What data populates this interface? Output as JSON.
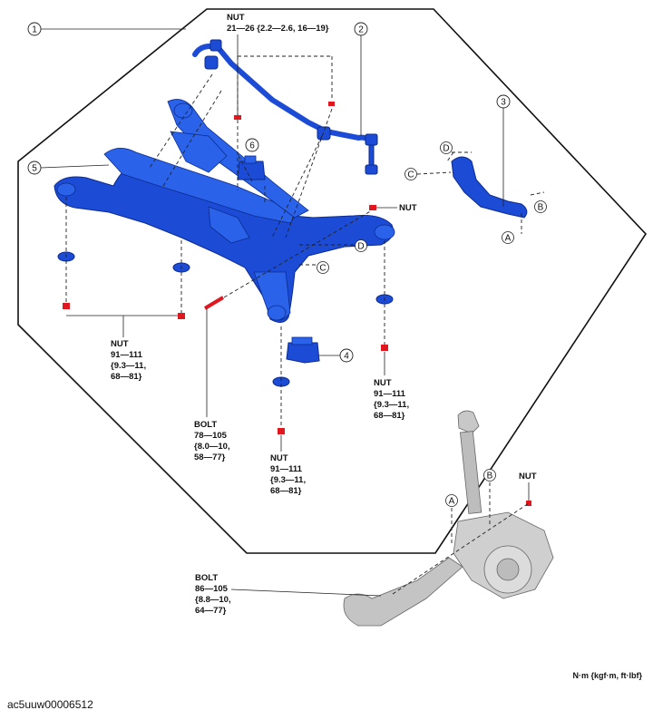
{
  "callouts": {
    "c1": "1",
    "c2": "2",
    "c3": "3",
    "c4": "4",
    "c5": "5",
    "c6": "6"
  },
  "refs": {
    "A": "A",
    "B": "B",
    "C": "C",
    "D": "D"
  },
  "torque": {
    "nut_top": {
      "label": "NUT",
      "value": "21—26 {2.2—2.6, 16—19}"
    },
    "nut_right_small": {
      "label": "NUT"
    },
    "nut_left": {
      "label": "NUT",
      "v1": "91—111",
      "v2": "{9.3—11,",
      "v3": "68—81}"
    },
    "nut_right": {
      "label": "NUT",
      "v1": "91—111",
      "v2": "{9.3—11,",
      "v3": "68—81}"
    },
    "nut_center": {
      "label": "NUT",
      "v1": "91—111",
      "v2": "{9.3—11,",
      "v3": "68—81}"
    },
    "bolt_center": {
      "label": "BOLT",
      "v1": "78—105",
      "v2": "{8.0—10,",
      "v3": "58—77}"
    },
    "bolt_bottom": {
      "label": "BOLT",
      "v1": "86—105",
      "v2": "{8.8—10,",
      "v3": "64—77}"
    },
    "nut_knuckle": {
      "label": "NUT"
    }
  },
  "units_note": "N·m {kgf·m, ft·lbf}",
  "figure_id": "ac5uuw00006512",
  "colors": {
    "part_blue": "#1c4bd6",
    "fastener_red": "#e0171f",
    "knuckle_gray": "#c8c8c8"
  }
}
